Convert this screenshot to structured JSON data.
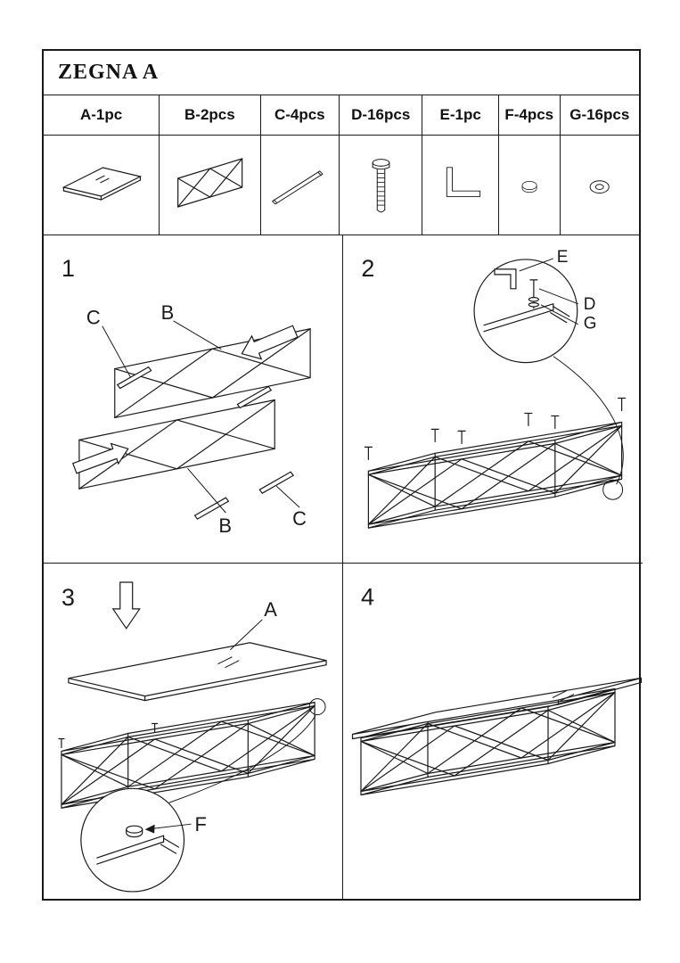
{
  "title": "ZEGNA A",
  "parts": [
    {
      "label": "A-1pc",
      "icon": "glass-top-icon"
    },
    {
      "label": "B-2pcs",
      "icon": "x-frame-icon"
    },
    {
      "label": "C-4pcs",
      "icon": "cross-rod-icon"
    },
    {
      "label": "D-16pcs",
      "icon": "bolt-icon"
    },
    {
      "label": "E-1pc",
      "icon": "allen-key-icon"
    },
    {
      "label": "F-4pcs",
      "icon": "foot-cap-icon"
    },
    {
      "label": "G-16pcs",
      "icon": "washer-icon"
    }
  ],
  "steps": [
    {
      "number": "1",
      "labels": [
        "C",
        "B",
        "B",
        "C"
      ]
    },
    {
      "number": "2",
      "labels": [
        "E",
        "D",
        "G"
      ]
    },
    {
      "number": "3",
      "labels": [
        "A",
        "F"
      ]
    },
    {
      "number": "4",
      "labels": []
    }
  ],
  "colors": {
    "line": "#1a1a1a",
    "paper": "#ffffff"
  }
}
